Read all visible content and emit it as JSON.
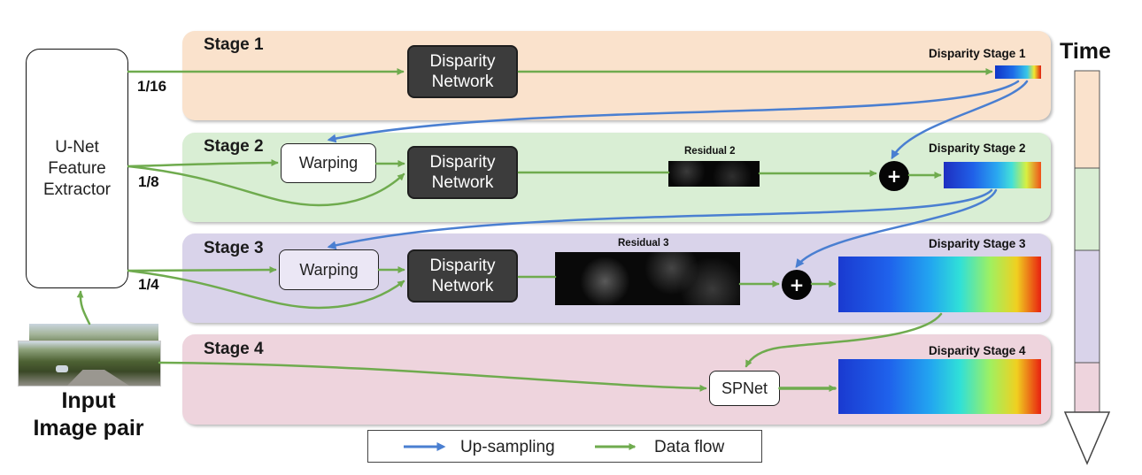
{
  "feature_extractor": {
    "label": "U-Net\nFeature\nExtractor"
  },
  "input": {
    "label": "Input\nImage pair"
  },
  "time_label": "Time",
  "stages": [
    {
      "title": "Stage 1",
      "scale": "1/16",
      "network_label": "Disparity\nNetwork",
      "output_label": "Disparity Stage 1",
      "color": "#fae2cc"
    },
    {
      "title": "Stage 2",
      "scale": "1/8",
      "warp_label": "Warping",
      "network_label": "Disparity\nNetwork",
      "residual_label": "Residual 2",
      "output_label": "Disparity Stage 2",
      "color": "#d9eed4"
    },
    {
      "title": "Stage 3",
      "scale": "1/4",
      "warp_label": "Warping",
      "network_label": "Disparity\nNetwork",
      "residual_label": "Residual 3",
      "output_label": "Disparity Stage 3",
      "color": "#d9d3ea"
    },
    {
      "title": "Stage 4",
      "refine_label": "SPNet",
      "output_label": "Disparity Stage 4",
      "color": "#eed4dd"
    }
  ],
  "sum_symbol": "+",
  "legend": {
    "upsampling": {
      "label": "Up-sampling",
      "color": "#4a7fd1"
    },
    "dataflow": {
      "label": "Data flow",
      "color": "#6fab4e"
    }
  }
}
